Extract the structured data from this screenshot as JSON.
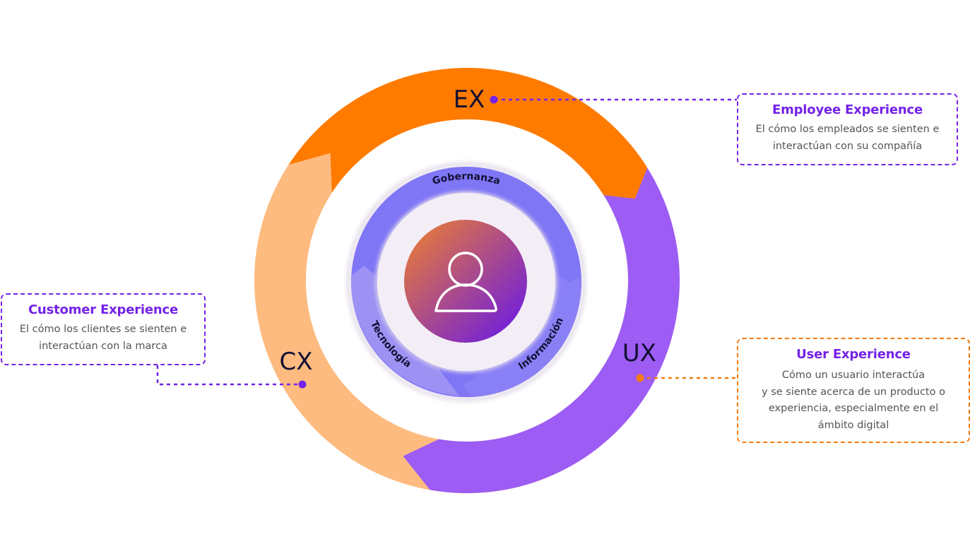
{
  "colors": {
    "ex_arc": "#ff7b00",
    "cx_arc": "#fdbb80",
    "ux_arc": "#9d5cf4",
    "inner_ring_top": "#7f76f6",
    "inner_ring_left": "#9d92f4",
    "inner_ring_right": "#8a80f6",
    "inner_disc": "#f3eef6",
    "center_gradient_start": "#f0822a",
    "center_gradient_end": "#6414ee",
    "title_purple": "#7422e8",
    "connector_purple": "#7422e8",
    "connector_orange": "#f57b12",
    "label_dark": "#121033"
  },
  "cycle": {
    "segments": [
      {
        "id": "ex",
        "label": "EX"
      },
      {
        "id": "ux",
        "label": "UX"
      },
      {
        "id": "cx",
        "label": "CX"
      }
    ]
  },
  "inner_ring": {
    "labels": {
      "top": "Gobernanza",
      "left": "Tecnología",
      "right": "Información"
    }
  },
  "center": {
    "icon": "user-icon"
  },
  "cards": {
    "ex": {
      "title": "Employee Experience",
      "description": "El cómo los empleados se sienten e\ninteractúan con su compañía"
    },
    "cx": {
      "title": "Customer Experience",
      "description": "El cómo los clientes se sienten e\ninteractúan con la marca"
    },
    "ux": {
      "title": "User Experience",
      "description": "Cómo un usuario interactúa\ny se siente acerca de un producto o\nexperiencia, especialmente en el\námbito digital"
    }
  }
}
